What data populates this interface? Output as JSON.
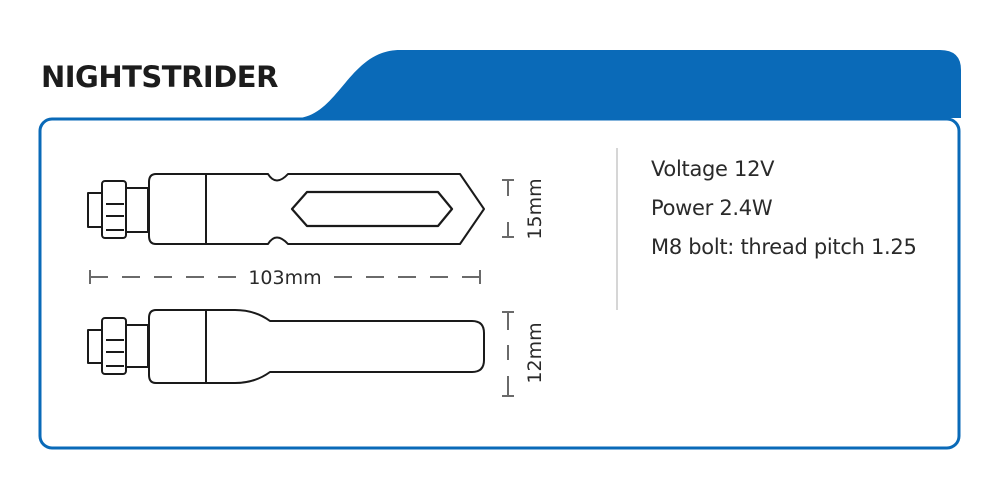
{
  "header": {
    "brand": "NIGHTSTRIDER"
  },
  "diagram": {
    "length_label": "103mm",
    "top_height_label": "15mm",
    "bottom_height_label": "12mm"
  },
  "specs": [
    "Voltage 12V",
    "Power 2.4W",
    "M8 bolt: thread pitch 1.25"
  ],
  "colors": {
    "accent_blue": "#0a6ab8",
    "frame_blue": "#0a6ab8",
    "outline": "#1a1a1a"
  }
}
